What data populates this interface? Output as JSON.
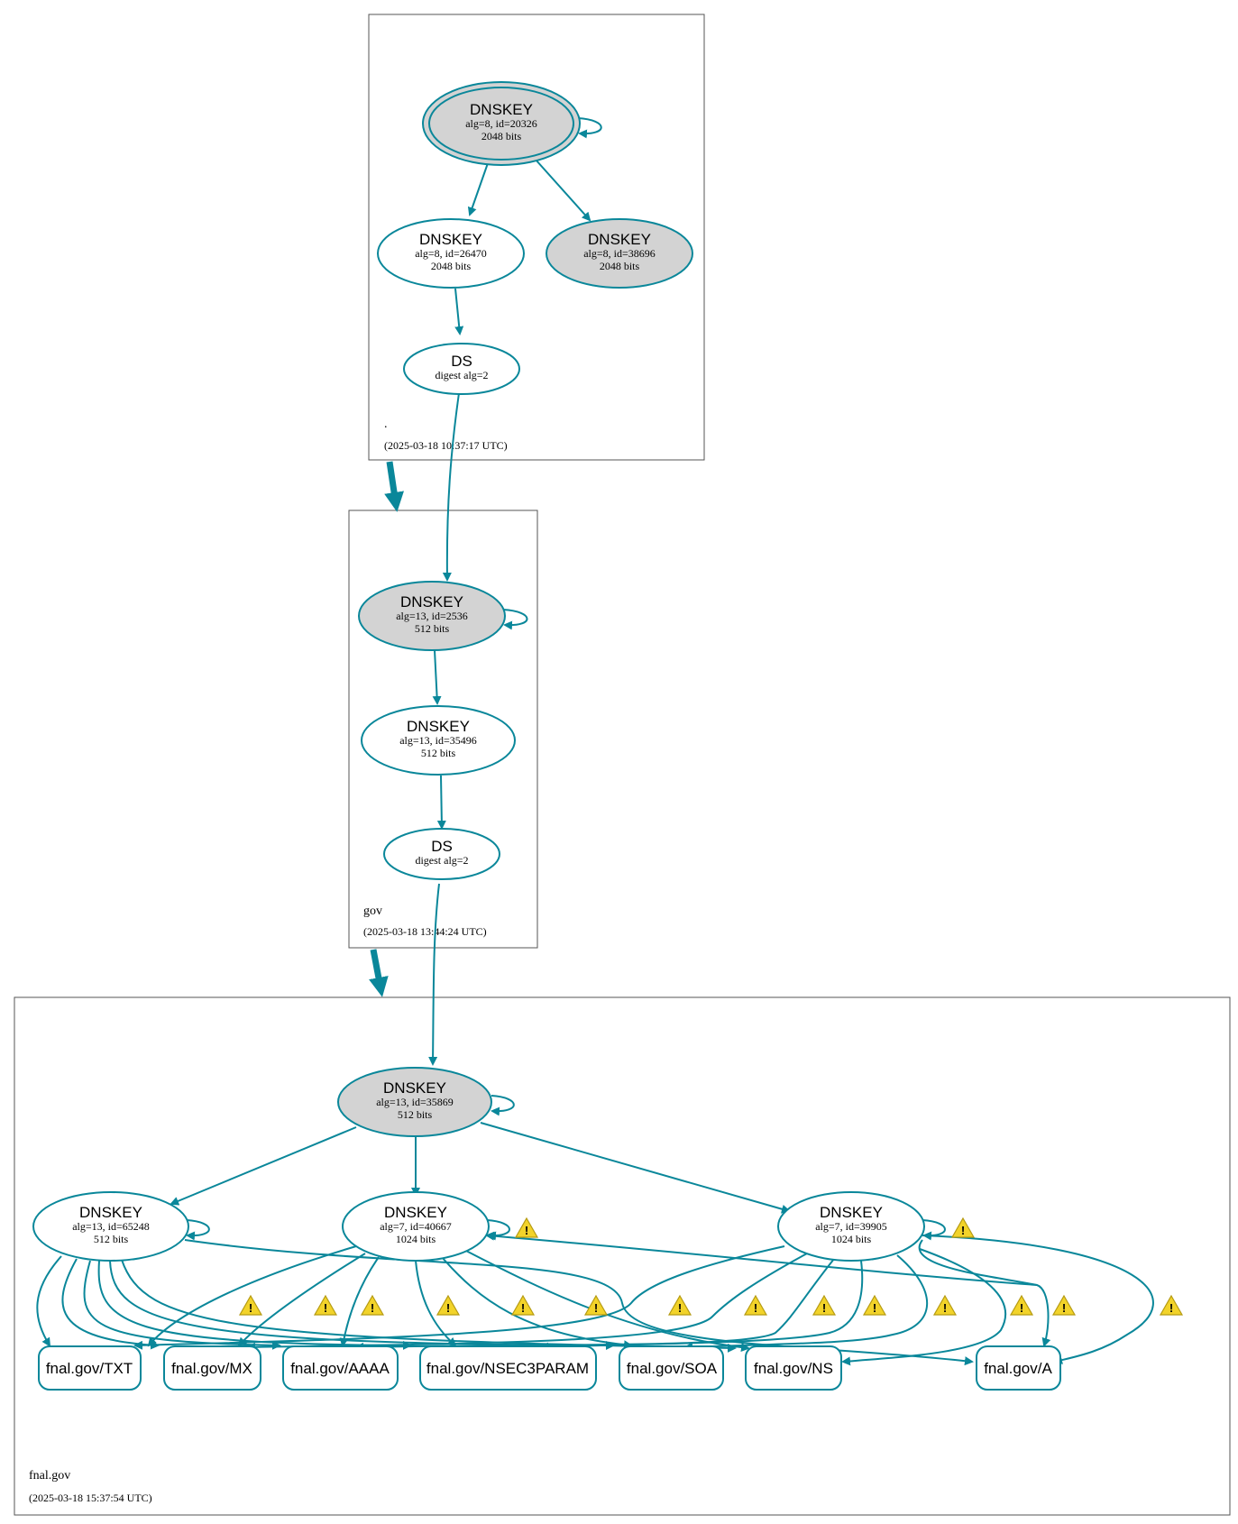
{
  "colors": {
    "edge": "#0a879a",
    "sep_fill": "#d3d3d3",
    "warning": "#f2d32a"
  },
  "zones": {
    "root": {
      "name": ".",
      "timestamp": "(2025-03-18 10:37:17 UTC)"
    },
    "gov": {
      "name": "gov",
      "timestamp": "(2025-03-18 13:44:24 UTC)"
    },
    "fnal": {
      "name": "fnal.gov",
      "timestamp": "(2025-03-18 15:37:54 UTC)"
    }
  },
  "nodes": {
    "root_ksk": {
      "title": "DNSKEY",
      "line1": "alg=8, id=20326",
      "line2": "2048 bits"
    },
    "root_zsk": {
      "title": "DNSKEY",
      "line1": "alg=8, id=26470",
      "line2": "2048 bits"
    },
    "root_ksk2": {
      "title": "DNSKEY",
      "line1": "alg=8, id=38696",
      "line2": "2048 bits"
    },
    "gov_ds": {
      "title": "DS",
      "line1": "digest alg=2"
    },
    "gov_ksk": {
      "title": "DNSKEY",
      "line1": "alg=13, id=2536",
      "line2": "512 bits"
    },
    "gov_zsk": {
      "title": "DNSKEY",
      "line1": "alg=13, id=35496",
      "line2": "512 bits"
    },
    "fnal_ds": {
      "title": "DS",
      "line1": "digest alg=2"
    },
    "fnal_ksk": {
      "title": "DNSKEY",
      "line1": "alg=13, id=35869",
      "line2": "512 bits"
    },
    "fnal_zsk1": {
      "title": "DNSKEY",
      "line1": "alg=13, id=65248",
      "line2": "512 bits"
    },
    "fnal_zsk2": {
      "title": "DNSKEY",
      "line1": "alg=7, id=40667",
      "line2": "1024 bits"
    },
    "fnal_zsk3": {
      "title": "DNSKEY",
      "line1": "alg=7, id=39905",
      "line2": "1024 bits"
    }
  },
  "rrsets": {
    "txt": "fnal.gov/TXT",
    "mx": "fnal.gov/MX",
    "aaaa": "fnal.gov/AAAA",
    "nsec3param": "fnal.gov/NSEC3PARAM",
    "soa": "fnal.gov/SOA",
    "ns": "fnal.gov/NS",
    "a": "fnal.gov/A"
  },
  "warning_icon": "warning-icon",
  "warning_glyph": "!"
}
